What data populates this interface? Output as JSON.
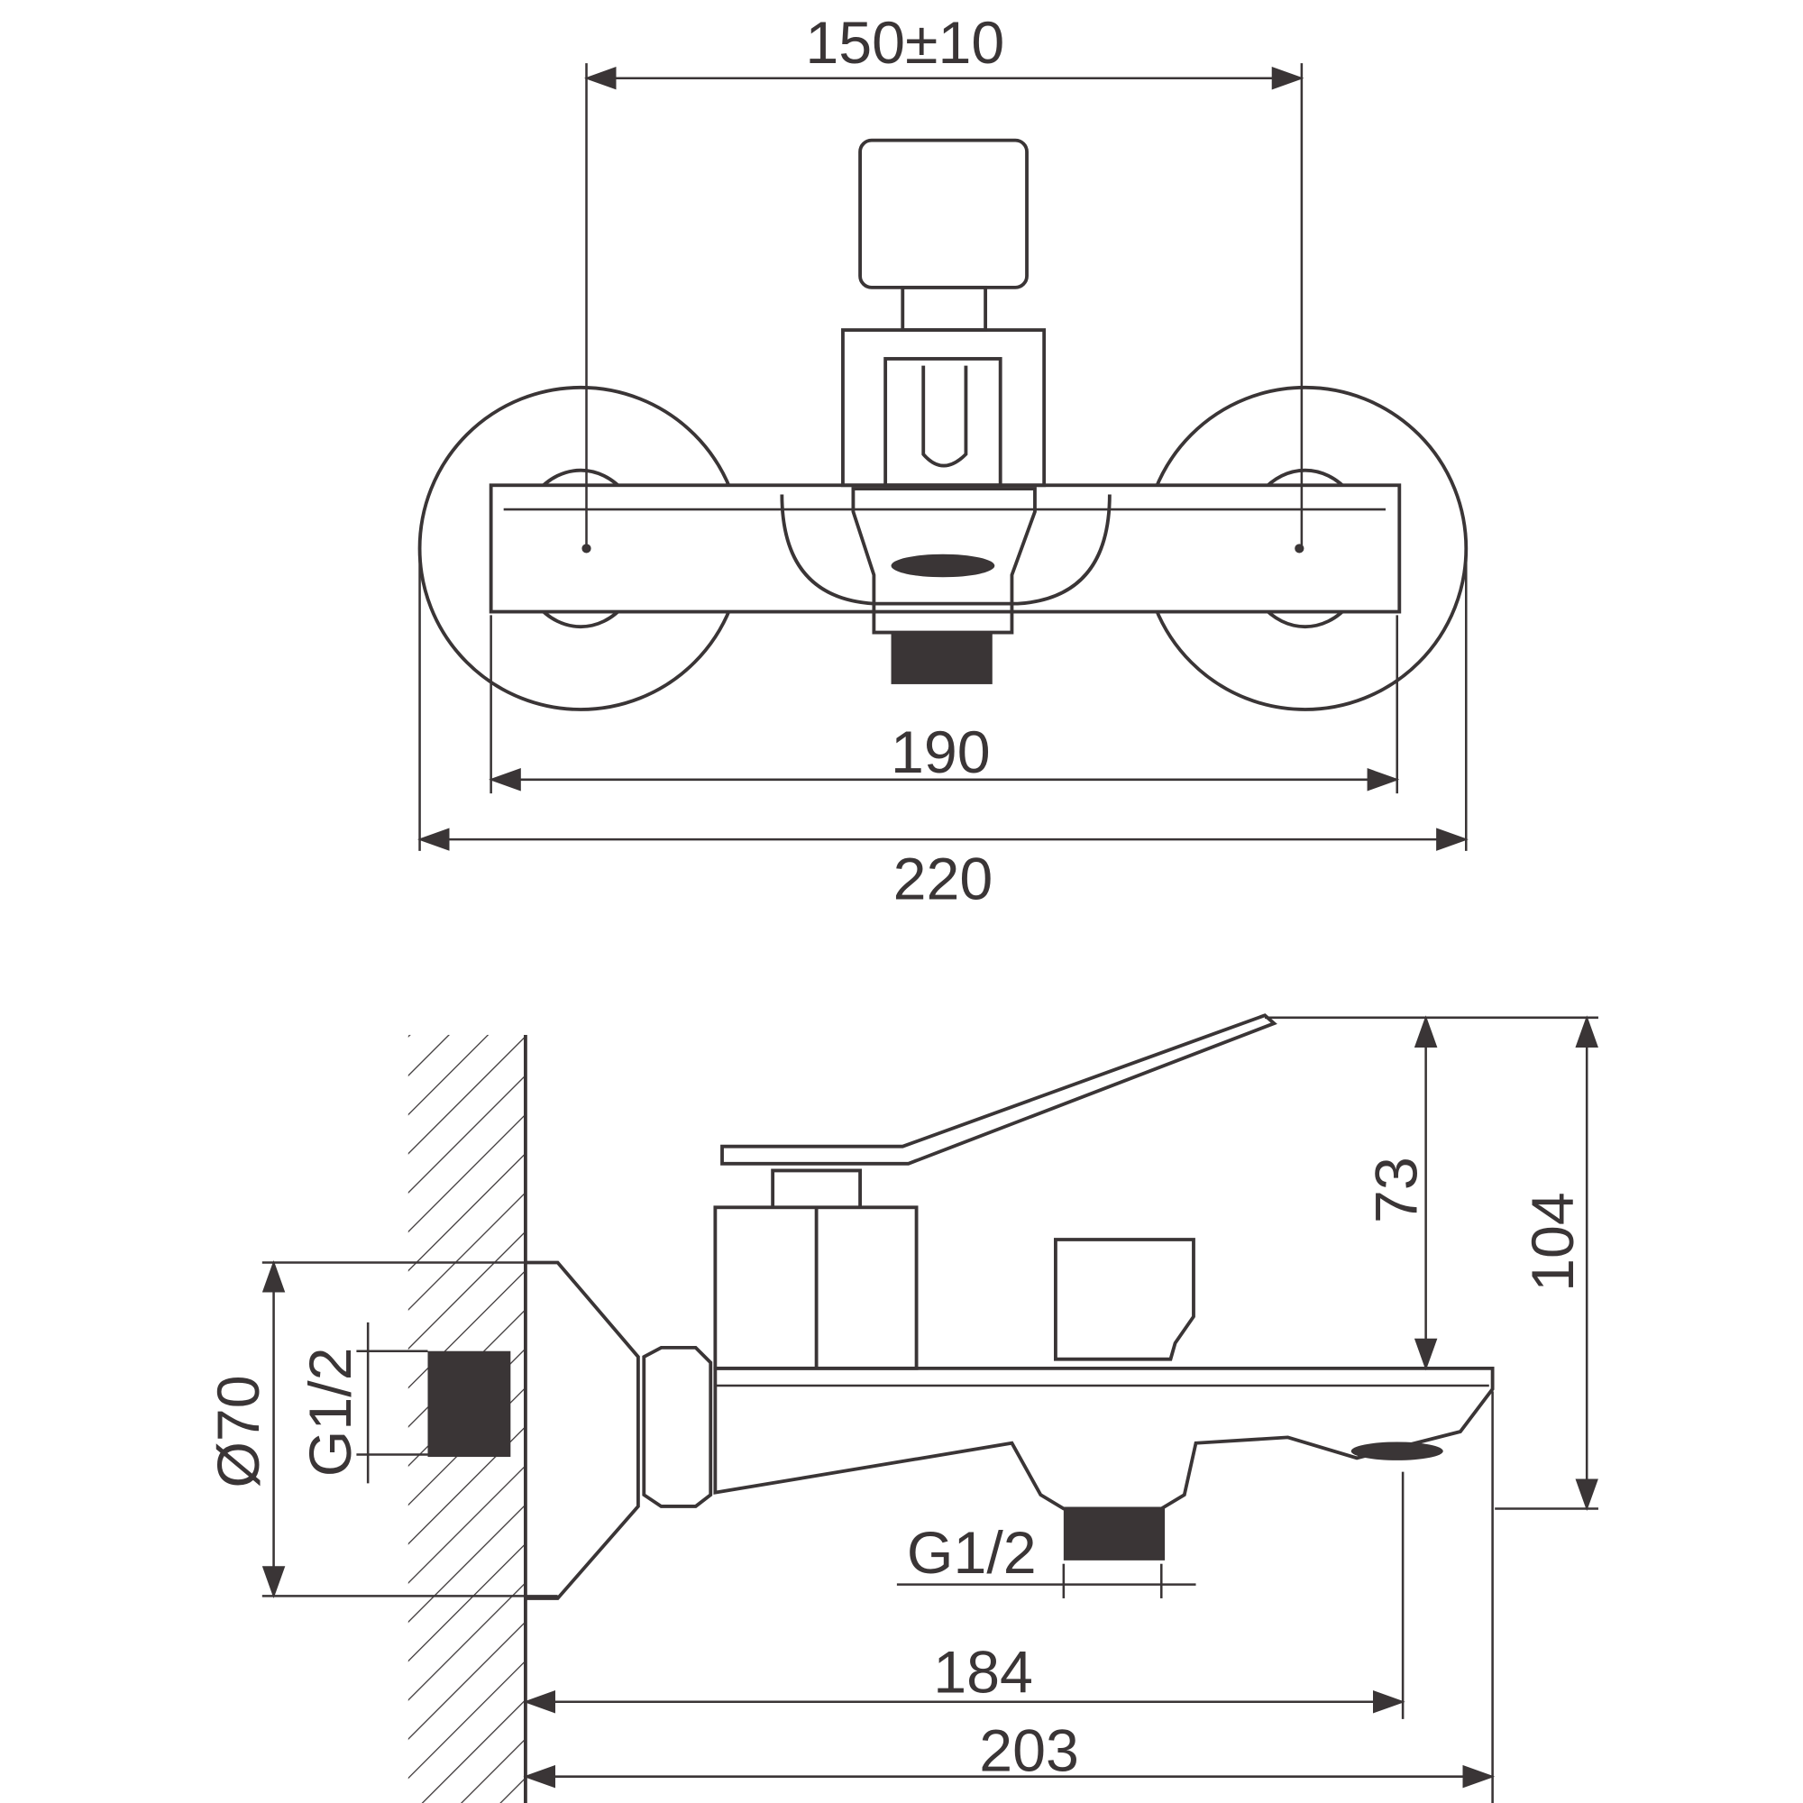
{
  "title": "Wall-mounted bath mixer dimension drawing",
  "top_view": {
    "dim_centers": "150±10",
    "dim_body": "190",
    "dim_overall": "220"
  },
  "side_view": {
    "dim_lever_height": "73",
    "dim_total_height": "104",
    "dim_flange": "Ø70",
    "dim_inlet_thread": "G1/2",
    "dim_outlet_thread": "G1/2",
    "dim_spout_reach": "184",
    "dim_total_reach": "203"
  },
  "colors": {
    "line": "#3a3536",
    "background": "#ffffff"
  }
}
